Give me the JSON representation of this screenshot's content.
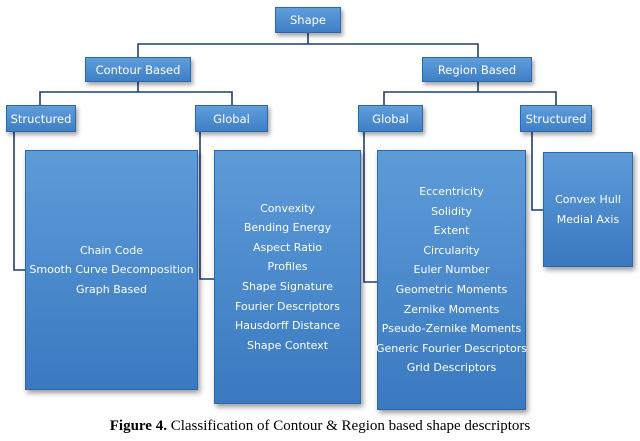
{
  "nodes": {
    "root": "Shape",
    "contour": "Contour Based",
    "region": "Region Based",
    "contour_structured": "Structured",
    "contour_global": "Global",
    "region_global": "Global",
    "region_structured": "Structured"
  },
  "leaves": {
    "contour_structured": [
      "Chain Code",
      "Smooth Curve Decomposition",
      "Graph Based"
    ],
    "contour_global": [
      "Convexity",
      "Bending Energy",
      "Aspect Ratio",
      "Profiles",
      "Shape Signature",
      "Fourier Descriptors",
      "Hausdorff Distance",
      "Shape Context"
    ],
    "region_global": [
      "Eccentricity",
      "Solidity",
      "Extent",
      "Circularity",
      "Euler Number",
      "Geometric Moments",
      "Zernike Moments",
      "Pseudo-Zernike Moments",
      "Generic Fourier Descriptors",
      "Grid Descriptors"
    ],
    "region_structured": [
      "Convex Hull",
      "Medial Axis"
    ]
  },
  "caption": {
    "label": "Figure 4.",
    "text": " Classification of Contour & Region based shape descriptors"
  },
  "colors": {
    "box": "#4a8bd1",
    "connector": "#1f3f73"
  }
}
